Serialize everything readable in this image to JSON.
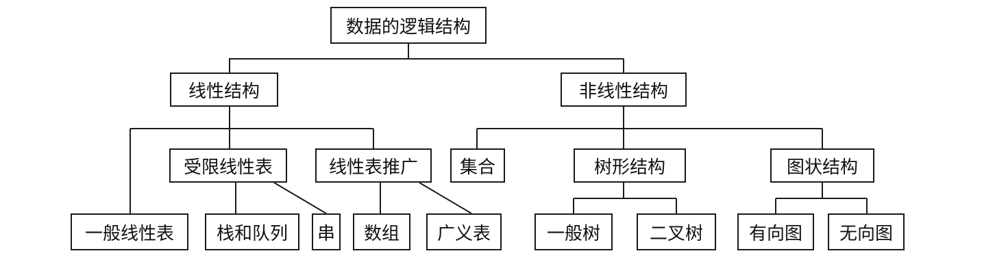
{
  "root": {
    "label": "数据的逻辑结构"
  },
  "linear": {
    "label": "线性结构",
    "general": {
      "label": "一般线性表"
    },
    "restricted": {
      "label": "受限线性表",
      "stack_queue": {
        "label": "栈和队列"
      },
      "string": {
        "label": "串"
      }
    },
    "generalized": {
      "label": "线性表推广",
      "array": {
        "label": "数组"
      },
      "generalized_list": {
        "label": "广义表"
      }
    }
  },
  "nonlinear": {
    "label": "非线性结构",
    "set": {
      "label": "集合"
    },
    "tree": {
      "label": "树形结构",
      "general_tree": {
        "label": "一般树"
      },
      "binary_tree": {
        "label": "二叉树"
      }
    },
    "graph": {
      "label": "图状结构",
      "directed": {
        "label": "有向图"
      },
      "undirected": {
        "label": "无向图"
      }
    }
  }
}
